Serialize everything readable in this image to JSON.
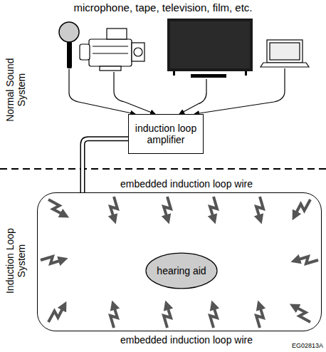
{
  "diagram": {
    "nodes": [
      {
        "text": [
          "induction loop amplifier"
        ]
      },
      {
        "text": [
          "embedded induction loop wire",
          "embedded induction loop wire"
        ]
      },
      {
        "text": [
          "hearing aid"
        ],
        "in": 1
      }
    ],
    "edges": [
      {
        "from": 0,
        "to": 1,
        "arrow": "none"
      }
    ],
    "labels": [
      "microphone, tape, television, film, etc.",
      "Normal Sound System",
      "Induction Loop System",
      "EG02813A"
    ]
  }
}
